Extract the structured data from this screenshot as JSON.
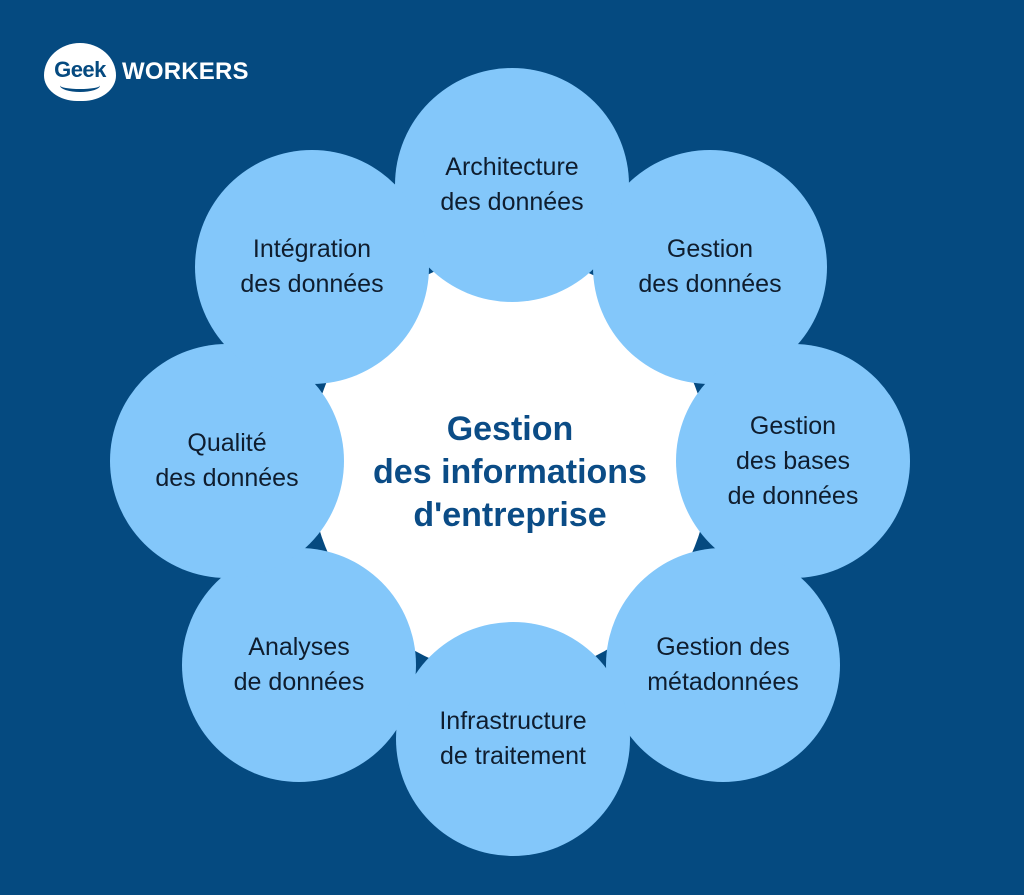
{
  "brand": {
    "badge_text": "Geek",
    "wordmark": "WORKERS"
  },
  "diagram": {
    "center": "Gestion\ndes informations\nd'entreprise",
    "petals": [
      "Architecture\ndes données",
      "Gestion\ndes données",
      "Gestion\ndes bases\nde données",
      "Gestion des\nmétadonnées",
      "Infrastructure\nde traitement",
      "Analyses\nde données",
      "Qualité\ndes données",
      "Intégration\ndes données"
    ]
  },
  "colors": {
    "background": "#054a80",
    "petal": "#83c7fa",
    "center": "#ffffff",
    "center_text": "#0b4c86",
    "petal_text": "#0f1d2e"
  }
}
